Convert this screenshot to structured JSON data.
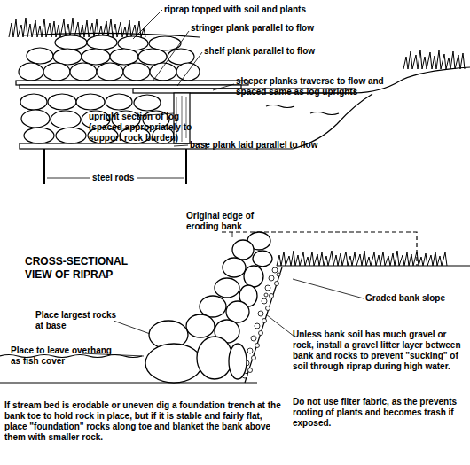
{
  "diagram": {
    "title": "CROSS-SECTIONAL VIEW OF RIPRAP",
    "labels": [
      "riprap topped with soil and plants",
      "stringer plank parallel to flow",
      "shelf plank parallel to flow",
      "sleeper planks traverse to flow and spaced same as log uprights",
      "upright section of log (spaced appropriately to support rock burden)",
      "base plank laid parallel to flow",
      "steel rods",
      "Original edge of eroding bank",
      "Graded bank slope",
      "Place largest rocks at base",
      "Place to leave overhang as fish cover",
      "Unless bank soil has much gravel or rock, install a gravel litter layer between bank and rocks to prevent \"sucking\" of soil through riprap during high water.",
      "Do not use filter fabric, as the prevents rooting of plants and becomes trash if exposed.",
      "If stream bed is erodable or uneven dig a foundation trench at the bank toe to hold rock in place, but if it is stable and fairly flat, place \"foundation\" rocks along toe and blanket the bank above them with smaller rock."
    ]
  }
}
